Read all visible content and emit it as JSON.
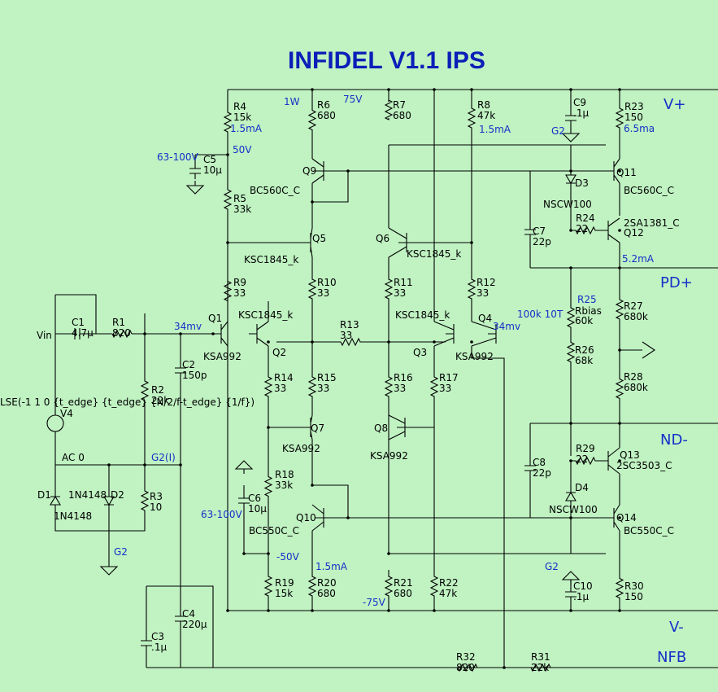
{
  "title": "INFIDEL V1.1 IPS",
  "colors": {
    "background": "#c0f2c2",
    "wire": "#000000",
    "annotation": "#1530c8"
  },
  "nets": {
    "vplus": "V+",
    "vminus": "V-",
    "pdplus": "PD+",
    "ndminus": "ND-",
    "nfb": "NFB",
    "vin": "Vin",
    "ac0": "AC 0",
    "g2": "G2",
    "g2i": "G2(I)"
  },
  "components": [
    {
      "name": "C1",
      "value": "4.7µ"
    },
    {
      "name": "R1",
      "value": "820"
    },
    {
      "name": "C2",
      "value": "150p"
    },
    {
      "name": "R2",
      "value": "22k"
    },
    {
      "name": "R3",
      "value": "10"
    },
    {
      "name": "D1",
      "value": "1N4148"
    },
    {
      "name": "D2",
      "value": "1N4148"
    },
    {
      "name": "V4",
      "value": ""
    },
    {
      "name": "C3",
      "value": ".1µ"
    },
    {
      "name": "C4",
      "value": "220µ"
    },
    {
      "name": "R4",
      "value": "15k"
    },
    {
      "name": "C5",
      "value": "10µ"
    },
    {
      "name": "R5",
      "value": "33k"
    },
    {
      "name": "R6",
      "value": "680"
    },
    {
      "name": "R7",
      "value": "680"
    },
    {
      "name": "R8",
      "value": "47k"
    },
    {
      "name": "C9",
      "value": ".1µ"
    },
    {
      "name": "R23",
      "value": "150"
    },
    {
      "name": "Q9",
      "value": "BC560C_C"
    },
    {
      "name": "Q11",
      "value": "BC560C_C"
    },
    {
      "name": "D3",
      "value": "NSCW100"
    },
    {
      "name": "R24",
      "value": "22"
    },
    {
      "name": "Q12",
      "value": "2SA1381_C"
    },
    {
      "name": "C7",
      "value": "22p"
    },
    {
      "name": "Q5",
      "value": "KSC1845_k"
    },
    {
      "name": "Q6",
      "value": "KSC1845_k"
    },
    {
      "name": "R9",
      "value": "33"
    },
    {
      "name": "R10",
      "value": "33"
    },
    {
      "name": "R11",
      "value": "33"
    },
    {
      "name": "R12",
      "value": "33"
    },
    {
      "name": "Q1",
      "value": "KSA992"
    },
    {
      "name": "Q2",
      "value": "KSC1845_k"
    },
    {
      "name": "R13",
      "value": "33"
    },
    {
      "name": "Q3",
      "value": "KSC1845_k"
    },
    {
      "name": "Q4",
      "value": "KSA992"
    },
    {
      "name": "R25",
      "value": "60k"
    },
    {
      "name": "R26",
      "value": "68k"
    },
    {
      "name": "R27",
      "value": "680k"
    },
    {
      "name": "R28",
      "value": "680k"
    },
    {
      "name": "R14",
      "value": "33"
    },
    {
      "name": "R15",
      "value": "33"
    },
    {
      "name": "R16",
      "value": "33"
    },
    {
      "name": "R17",
      "value": "33"
    },
    {
      "name": "Q7",
      "value": "KSA992"
    },
    {
      "name": "Q8",
      "value": "KSA992"
    },
    {
      "name": "R18",
      "value": "33k"
    },
    {
      "name": "C6",
      "value": "10µ"
    },
    {
      "name": "Q10",
      "value": "BC550C_C"
    },
    {
      "name": "R29",
      "value": "22"
    },
    {
      "name": "Q13",
      "value": "2SC3503_C"
    },
    {
      "name": "C8",
      "value": "22p"
    },
    {
      "name": "D4",
      "value": "NSCW100"
    },
    {
      "name": "Q14",
      "value": "BC550C_C"
    },
    {
      "name": "R19",
      "value": "15k"
    },
    {
      "name": "R20",
      "value": "680"
    },
    {
      "name": "R21",
      "value": "680"
    },
    {
      "name": "R22",
      "value": "47k"
    },
    {
      "name": "C10",
      "value": ".1µ"
    },
    {
      "name": "R30",
      "value": "150"
    },
    {
      "name": "R32",
      "value": "820"
    },
    {
      "name": "R31",
      "value": "22k"
    }
  ],
  "annotations": {
    "r4_current": "1.5mA",
    "r6_power": "1W",
    "v75": "75V",
    "r8_current": "1.5mA",
    "r23_current": "6.5ma",
    "v50": "50V",
    "c5_rating": "63-100V",
    "q12_current": "5.2mA",
    "q1_bias": "34mv",
    "q4_bias": "34mv",
    "r25_label": "R25",
    "r25_spec": "100k 10T",
    "r25_model": "Rbias",
    "c6_rating": "63-100V",
    "vneg50": "-50V",
    "r20_current": "1.5mA",
    "vneg75": "-75V",
    "v4_source": "LSE(-1 1 0 {t_edge} {t_edge} {N/2/f-t_edge} {1/f})"
  }
}
